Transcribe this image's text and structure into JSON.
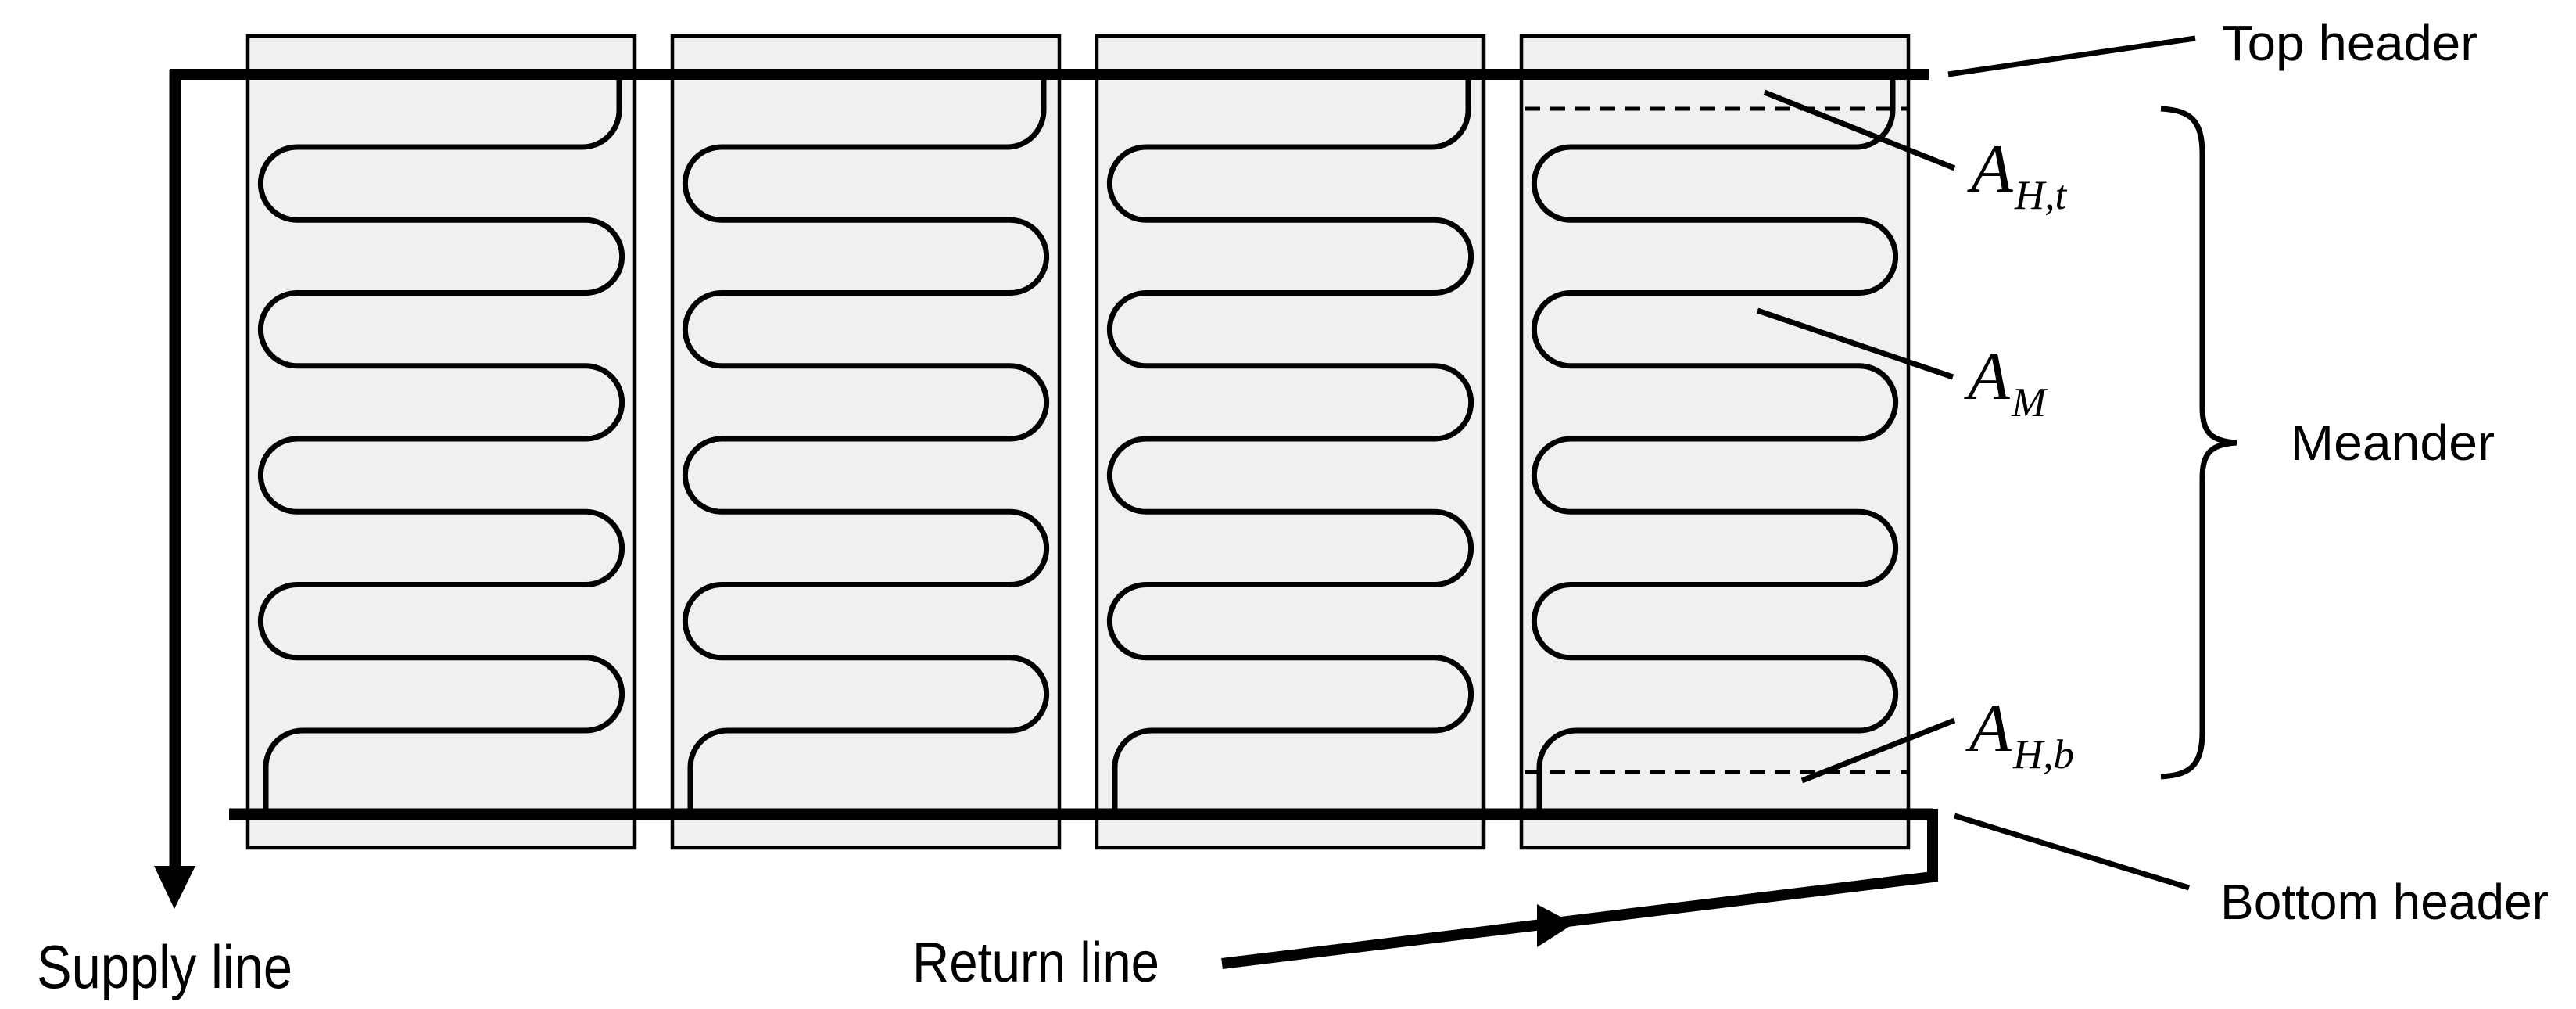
{
  "labels": {
    "top_header": "Top header",
    "bottom_header": "Bottom header",
    "meander": "Meander",
    "supply_line": "Supply line",
    "return_line": "Return line"
  },
  "area_annotations": {
    "top_header_area": {
      "symbol": "A",
      "subscript": "H,t"
    },
    "meander_area": {
      "symbol": "A",
      "subscript": "M"
    },
    "bottom_header_area": {
      "symbol": "A",
      "subscript": "H,b"
    }
  },
  "panels": {
    "count": 4,
    "meander_passes": 9
  },
  "colors": {
    "background": "#ffffff",
    "panel_fill": "#f0f0f0",
    "line": "#000000"
  }
}
